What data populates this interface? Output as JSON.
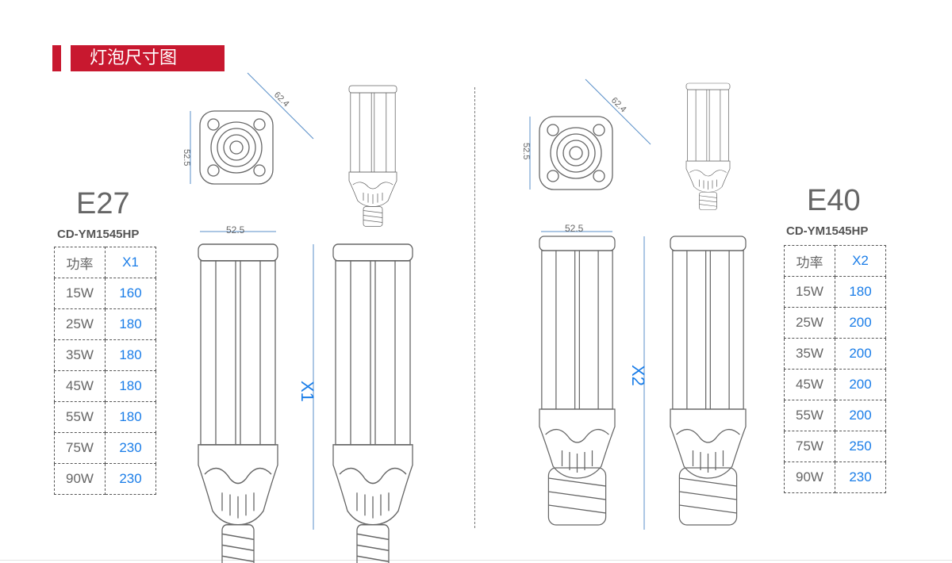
{
  "header": {
    "title": "灯泡尺寸图"
  },
  "left": {
    "socket": "E27",
    "model": "CD-YM1545HP",
    "dim_width": "52.5",
    "dim_diagonal": "62.4",
    "dim_side": "52.5",
    "height_label": "X1",
    "table": {
      "headers": [
        "功率",
        "X1"
      ],
      "rows": [
        [
          "15W",
          "160"
        ],
        [
          "25W",
          "180"
        ],
        [
          "35W",
          "180"
        ],
        [
          "45W",
          "180"
        ],
        [
          "55W",
          "180"
        ],
        [
          "75W",
          "230"
        ],
        [
          "90W",
          "230"
        ]
      ]
    }
  },
  "right": {
    "socket": "E40",
    "model": "CD-YM1545HP",
    "dim_width": "52.5",
    "dim_diagonal": "62.4",
    "dim_side": "52.5",
    "height_label": "X2",
    "table": {
      "headers": [
        "功率",
        "X2"
      ],
      "rows": [
        [
          "15W",
          "180"
        ],
        [
          "25W",
          "200"
        ],
        [
          "35W",
          "200"
        ],
        [
          "45W",
          "200"
        ],
        [
          "55W",
          "200"
        ],
        [
          "75W",
          "250"
        ],
        [
          "90W",
          "230"
        ]
      ]
    }
  },
  "colors": {
    "accent": "#c8182f",
    "value_blue": "#1a7de8",
    "text_gray": "#666666"
  }
}
